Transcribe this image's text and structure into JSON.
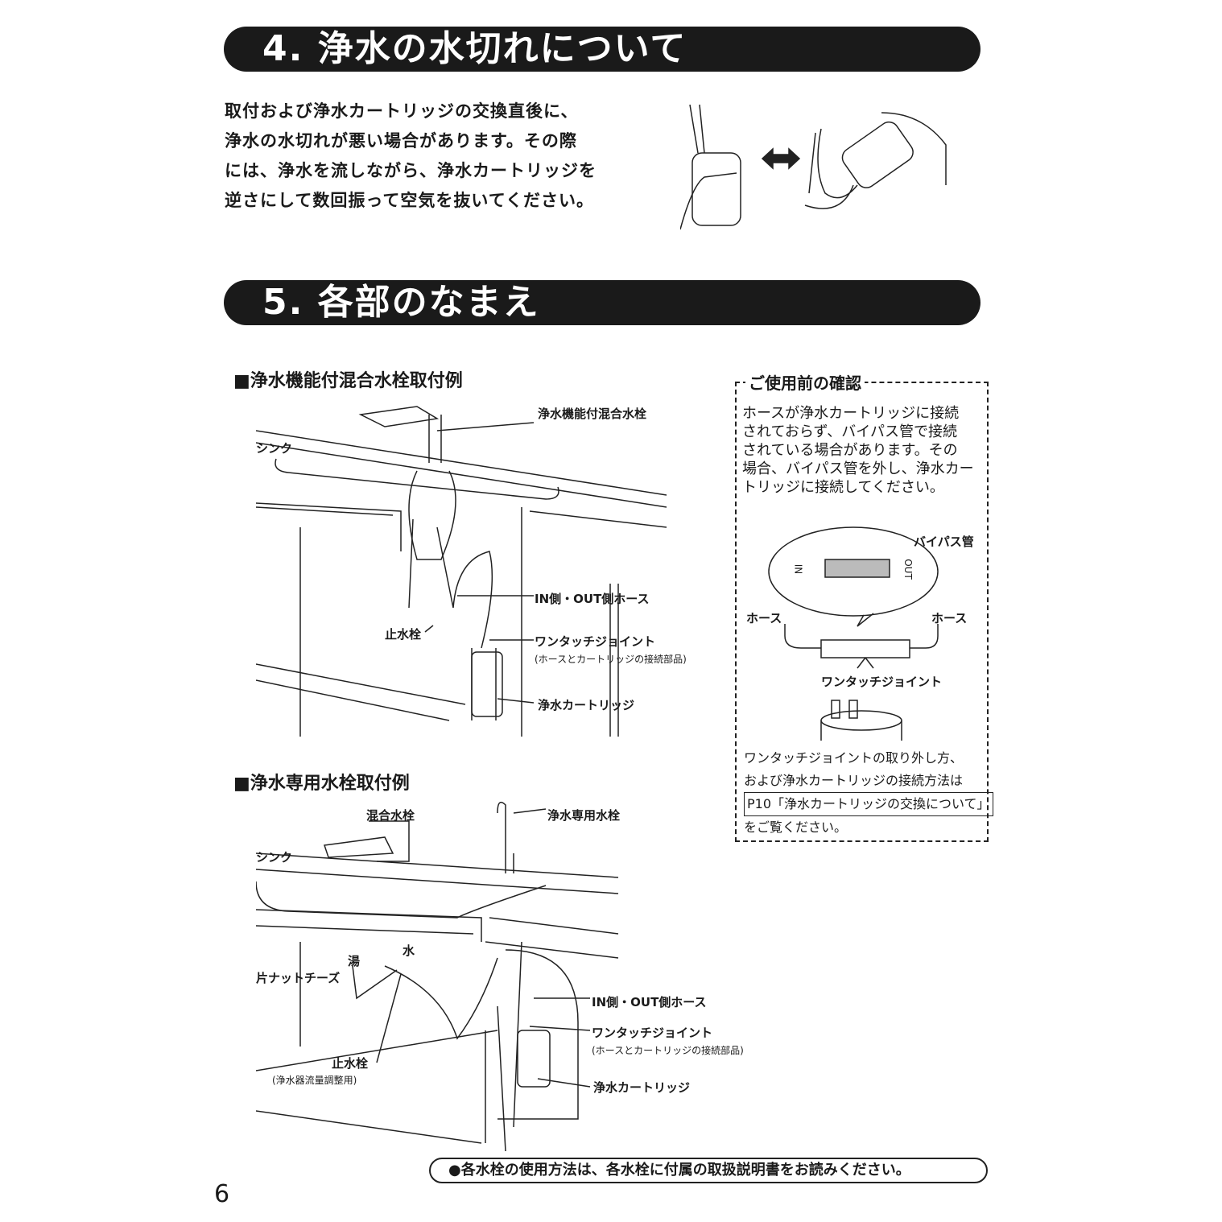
{
  "section4": {
    "title": "4. 浄水の水切れについて",
    "paragraph": [
      "取付および浄水カートリッジの交換直後に、",
      "浄水の水切れが悪い場合があります。その際",
      "には、浄水を流しながら、浄水カートリッジを",
      "逆さにして数回振って空気を抜いてください。"
    ],
    "arrow_icon": "double-arrow-icon"
  },
  "section5": {
    "title": "5. 各部のなまえ",
    "example1": {
      "heading": "■浄水機能付混合水栓取付例",
      "labels": {
        "faucet": "浄水機能付混合水栓",
        "sink": "シンク",
        "hose": "IN側・OUT側ホース",
        "stop_valve": "止水栓",
        "joint": "ワンタッチジョイント",
        "joint_note": "(ホースとカートリッジの接続部品)",
        "cartridge": "浄水カートリッジ"
      }
    },
    "example2": {
      "heading": "■浄水専用水栓取付例",
      "labels": {
        "mixer": "混合水栓",
        "dedicated": "浄水専用水栓",
        "sink": "シンク",
        "water": "水",
        "hot": "湯",
        "tee": "片ナットチーズ",
        "hose": "IN側・OUT側ホース",
        "joint": "ワンタッチジョイント",
        "joint_note": "(ホースとカートリッジの接続部品)",
        "stop_valve": "止水栓",
        "stop_valve_note": "(浄水器流量調整用)",
        "cartridge": "浄水カートリッジ"
      }
    },
    "note": {
      "title": "ご使用前の確認",
      "lines": [
        "ホースが浄水カートリッジに接続",
        "されておらず、バイパス管で接続",
        "されている場合があります。その",
        "場合、バイパス管を外し、浄水カー",
        "トリッジに接続してください。"
      ],
      "bypass": "バイパス管",
      "hose_left": "ホース",
      "hose_right": "ホース",
      "joint": "ワンタッチジョイント",
      "in_mark": "IN",
      "out_mark": "OUT",
      "bottom_lines": [
        "ワンタッチジョイントの取り外し方、",
        "および浄水カートリッジの接続方法は"
      ],
      "reference": "P10「浄水カートリッジの交換について」",
      "last_line": "をご覧ください。"
    }
  },
  "footer": {
    "note": "●各水栓の使用方法は、各水栓に付属の取扱説明書をお読みください。",
    "page_number": "6"
  }
}
